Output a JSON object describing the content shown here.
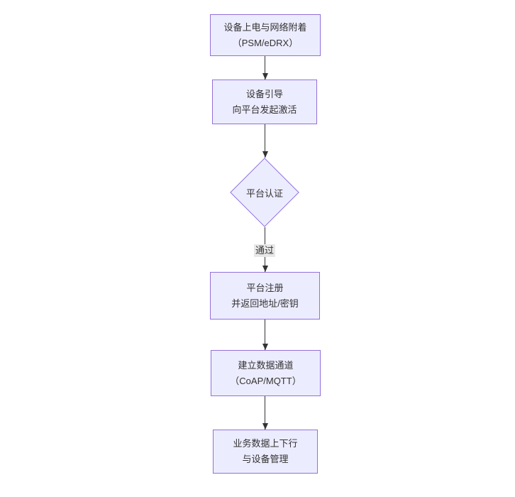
{
  "diagram": {
    "type": "flowchart",
    "direction": "top-down",
    "colors": {
      "background": "#ffffff",
      "node_fill": "#ECECFF",
      "node_border": "#9370DB",
      "arrow_color": "#333333",
      "text_color": "#333333",
      "edge_label_bg": "#e8e8e8"
    },
    "nodes": [
      {
        "type": "rect",
        "line1": "设备上电与网络附着",
        "line2": "（PSM/eDRX）"
      },
      {
        "type": "rect",
        "line1": "设备引导",
        "line2": "向平台发起激活"
      },
      {
        "type": "diamond",
        "label": "平台认证"
      },
      {
        "type": "rect",
        "line1": "平台注册",
        "line2": "并返回地址/密钥"
      },
      {
        "type": "rect",
        "line1": "建立数据通道",
        "line2": "（CoAP/MQTT）"
      },
      {
        "type": "rect",
        "line1": "业务数据上下行",
        "line2": "与设备管理"
      }
    ],
    "edges": [
      {
        "from": 0,
        "to": 1,
        "label": ""
      },
      {
        "from": 1,
        "to": 2,
        "label": ""
      },
      {
        "from": 2,
        "to": 3,
        "label": "通过"
      },
      {
        "from": 3,
        "to": 4,
        "label": ""
      },
      {
        "from": 4,
        "to": 5,
        "label": ""
      }
    ]
  }
}
